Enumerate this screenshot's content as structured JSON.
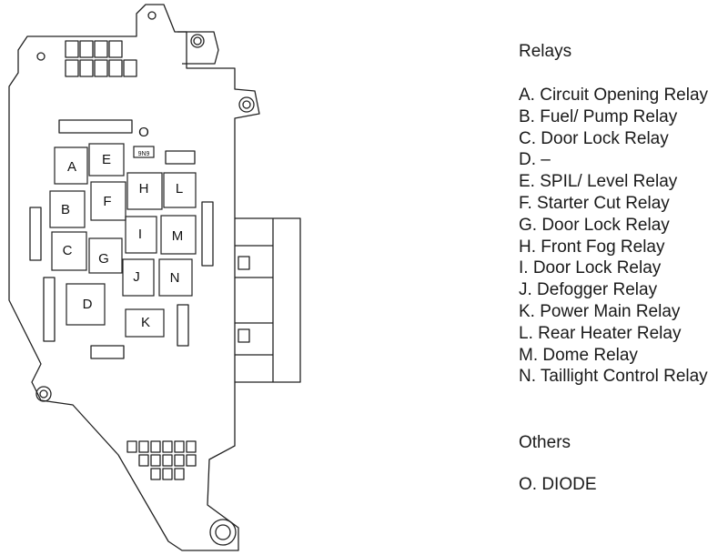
{
  "diagram": {
    "relay_labels": [
      "A",
      "B",
      "C",
      "D",
      "E",
      "F",
      "G",
      "H",
      "I",
      "J",
      "K",
      "L",
      "M",
      "N"
    ],
    "diode_label": "O",
    "diode_code": "9N9"
  },
  "legend": {
    "relays_heading": "Relays",
    "relays": [
      "A. Circuit Opening Relay",
      "B. Fuel/ Pump Relay",
      "C. Door Lock Relay",
      "D. –",
      "E. SPIL/ Level Relay",
      "F. Starter Cut Relay",
      "G. Door Lock Relay",
      "H. Front Fog Relay",
      "I. Door Lock Relay",
      "J. Defogger Relay",
      "K. Power Main Relay",
      "L. Rear Heater Relay",
      "M. Dome Relay",
      "N. Taillight Control Relay"
    ],
    "others_heading": "Others",
    "others": [
      "O. DIODE"
    ]
  }
}
